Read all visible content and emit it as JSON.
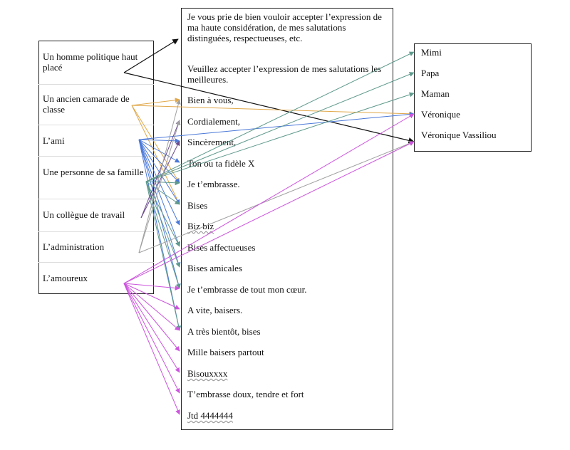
{
  "left": {
    "items": [
      {
        "text": "Un homme politique haut placé"
      },
      {
        "text": "Un ancien camarade de classe"
      },
      {
        "text": "L’ami"
      },
      {
        "text": "Une personne de sa famille"
      },
      {
        "text": "Un collègue de travail"
      },
      {
        "text": "L’administration"
      },
      {
        "text": "L’amoureux"
      }
    ]
  },
  "middle": {
    "paragraphs": [
      {
        "text": "Je vous prie de bien vouloir accepter l’expression de ma haute considération, de mes salutations distinguées, respectueuses, etc."
      },
      {
        "text": "Veuillez accepter l’expression de mes salutations les meilleures."
      }
    ],
    "items": [
      {
        "text": "Bien à vous,"
      },
      {
        "text": "Cordialement,"
      },
      {
        "text": "Sincèrement,"
      },
      {
        "text": "Ton ou ta fidèle X"
      },
      {
        "text": "Je t’embrasse."
      },
      {
        "text": "Bises"
      },
      {
        "text": "Biz biz"
      },
      {
        "text": "Bises affectueuses"
      },
      {
        "text": "Bises amicales"
      },
      {
        "text": "Je t’embrasse de tout mon cœur."
      },
      {
        "text": "A vite, baisers."
      },
      {
        "text": "A très bientôt, bises"
      },
      {
        "text": "Mille baisers partout"
      },
      {
        "text": "Bisouxxxx"
      },
      {
        "text": "T’embrasse doux, tendre et fort"
      },
      {
        "text": "Jtd 4444444"
      }
    ]
  },
  "right": {
    "items": [
      {
        "text": "Mimi"
      },
      {
        "text": "Papa"
      },
      {
        "text": "Maman"
      },
      {
        "text": "Véronique"
      },
      {
        "text": "Véronique Vassiliou"
      }
    ]
  },
  "colors": {
    "black": "#111111",
    "orange": "#e0a84a",
    "blue": "#4a78d8",
    "teal": "#5f9a8c",
    "gray": "#a0a0a0",
    "magenta": "#cc55dd",
    "purple": "#6a4a8a"
  },
  "connections": [
    {
      "from": "left.0",
      "to": "middle.p0",
      "color": "black"
    },
    {
      "from": "left.0",
      "to": "right.4",
      "color": "black"
    },
    {
      "from": "left.1",
      "to": "middle.0",
      "color": "orange"
    },
    {
      "from": "left.1",
      "to": "middle.4",
      "color": "orange"
    },
    {
      "from": "left.1",
      "to": "middle.5",
      "color": "orange"
    },
    {
      "from": "left.1",
      "to": "right.3",
      "color": "orange"
    },
    {
      "from": "left.2",
      "to": "middle.2",
      "color": "blue"
    },
    {
      "from": "left.2",
      "to": "middle.3",
      "color": "blue"
    },
    {
      "from": "left.2",
      "to": "middle.4",
      "color": "blue"
    },
    {
      "from": "left.2",
      "to": "middle.5",
      "color": "blue"
    },
    {
      "from": "left.2",
      "to": "middle.6",
      "color": "blue"
    },
    {
      "from": "left.2",
      "to": "middle.7",
      "color": "blue"
    },
    {
      "from": "left.2",
      "to": "middle.8",
      "color": "blue"
    },
    {
      "from": "left.2",
      "to": "middle.9",
      "color": "blue"
    },
    {
      "from": "left.2",
      "to": "middle.11",
      "color": "blue"
    },
    {
      "from": "left.2",
      "to": "right.3",
      "color": "blue"
    },
    {
      "from": "left.3",
      "to": "middle.4",
      "color": "teal"
    },
    {
      "from": "left.3",
      "to": "middle.5",
      "color": "teal"
    },
    {
      "from": "left.3",
      "to": "middle.7",
      "color": "teal"
    },
    {
      "from": "left.3",
      "to": "middle.8",
      "color": "teal"
    },
    {
      "from": "left.3",
      "to": "middle.9",
      "color": "teal"
    },
    {
      "from": "left.3",
      "to": "middle.11",
      "color": "teal"
    },
    {
      "from": "left.3",
      "to": "right.0",
      "color": "teal"
    },
    {
      "from": "left.3",
      "to": "right.1",
      "color": "teal"
    },
    {
      "from": "left.3",
      "to": "right.2",
      "color": "teal"
    },
    {
      "from": "left.4",
      "to": "middle.1",
      "color": "purple"
    },
    {
      "from": "left.4",
      "to": "middle.2",
      "color": "purple"
    },
    {
      "from": "left.5",
      "to": "middle.0",
      "color": "gray"
    },
    {
      "from": "left.5",
      "to": "middle.1",
      "color": "gray"
    },
    {
      "from": "left.5",
      "to": "right.4",
      "color": "gray"
    },
    {
      "from": "left.6",
      "to": "middle.9",
      "color": "magenta"
    },
    {
      "from": "left.6",
      "to": "middle.10",
      "color": "magenta"
    },
    {
      "from": "left.6",
      "to": "middle.11",
      "color": "magenta"
    },
    {
      "from": "left.6",
      "to": "middle.12",
      "color": "magenta"
    },
    {
      "from": "left.6",
      "to": "middle.13",
      "color": "magenta"
    },
    {
      "from": "left.6",
      "to": "middle.14",
      "color": "magenta"
    },
    {
      "from": "left.6",
      "to": "middle.15",
      "color": "magenta"
    },
    {
      "from": "left.6",
      "to": "right.3",
      "color": "magenta"
    },
    {
      "from": "left.6",
      "to": "right.4",
      "color": "magenta"
    }
  ]
}
